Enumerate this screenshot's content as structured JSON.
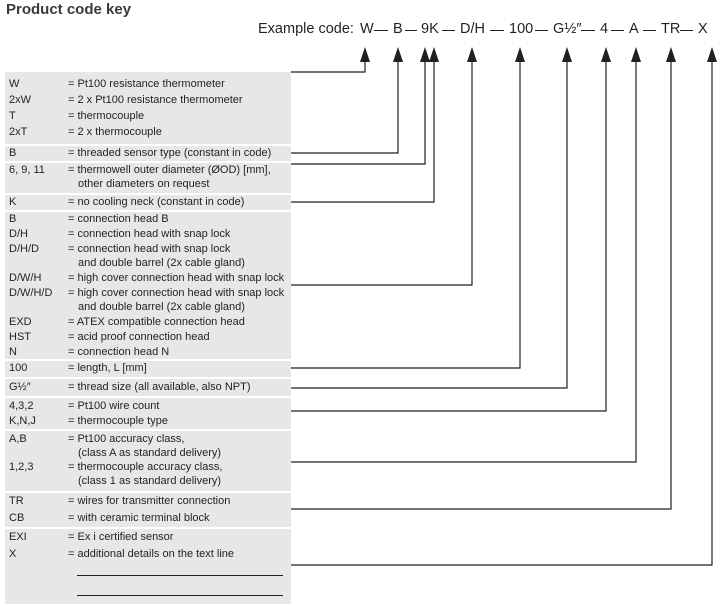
{
  "title": "Product code key",
  "example": {
    "label": "Example code:",
    "segments": [
      "W",
      "B",
      "9K",
      "D/H",
      "100",
      "G½″",
      "4",
      "A",
      "TR",
      "X"
    ]
  },
  "groups": [
    {
      "rows": [
        {
          "code": "W",
          "desc": "= Pt100 resistance thermometer"
        },
        {
          "code": "2xW",
          "desc": "= 2 x Pt100 resistance thermometer"
        },
        {
          "code": "T",
          "desc": "= thermocouple"
        },
        {
          "code": "2xT",
          "desc": "= 2 x thermocouple"
        }
      ]
    },
    {
      "rows": [
        {
          "code": "B",
          "desc": "= threaded sensor type (constant in code)"
        }
      ]
    },
    {
      "rows": [
        {
          "code": "6, 9, 11",
          "desc": "= thermowell outer diameter (ØOD) [mm],",
          "desc2": "other diameters on request"
        }
      ]
    },
    {
      "rows": [
        {
          "code": "K",
          "desc": "= no cooling neck (constant in code)"
        }
      ]
    },
    {
      "rows": [
        {
          "code": "B",
          "desc": "= connection head B"
        },
        {
          "code": "D/H",
          "desc": "= connection head with snap lock"
        },
        {
          "code": "D/H/D",
          "desc": "= connection head with snap lock",
          "desc2": "and double barrel (2x cable gland)"
        },
        {
          "code": "D/W/H",
          "desc": "= high cover connection head with snap lock"
        },
        {
          "code": "D/W/H/D",
          "desc": "= high cover connection head with snap lock",
          "desc2": "and double barrel (2x cable gland)"
        },
        {
          "code": "EXD",
          "desc": "= ATEX compatible connection head"
        },
        {
          "code": "HST",
          "desc": "= acid proof connection head"
        },
        {
          "code": "N",
          "desc": "= connection head N"
        }
      ]
    },
    {
      "rows": [
        {
          "code": "100",
          "desc": "= length, L [mm]"
        }
      ]
    },
    {
      "rows": [
        {
          "code": "G½″",
          "desc": "= thread size (all available, also NPT)"
        }
      ]
    },
    {
      "rows": [
        {
          "code": "4,3,2",
          "desc": "= Pt100 wire count"
        },
        {
          "code": "K,N,J",
          "desc": "= thermocouple type"
        }
      ]
    },
    {
      "rows": [
        {
          "code": "A,B",
          "desc": "= Pt100 accuracy class,",
          "desc2": "(class A as standard delivery)"
        },
        {
          "code": "1,2,3",
          "desc": "= thermocouple accuracy class,",
          "desc2": "(class 1 as standard delivery)"
        }
      ]
    },
    {
      "rows": [
        {
          "code": "TR",
          "desc": "= wires for transmitter connection"
        },
        {
          "code": "CB",
          "desc": "= with ceramic terminal block"
        }
      ]
    },
    {
      "rows": [
        {
          "code": "EXI",
          "desc": "= Ex i certified sensor"
        },
        {
          "code": "X",
          "desc": "= additional details on the text line"
        }
      ]
    }
  ]
}
